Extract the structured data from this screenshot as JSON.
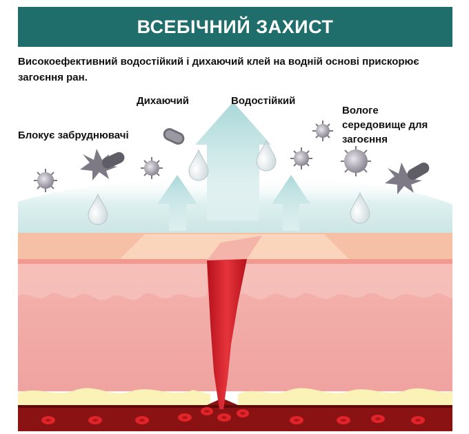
{
  "banner": {
    "title": "ВСЕБІЧНИЙ ЗАХИСТ"
  },
  "intro": "Високоефективний водостійкий і дихаючий клей на водній основі прискорює загоєння ран.",
  "labels": {
    "blocks": "Блокує забруднювачі",
    "breathable": "Дихаючий",
    "waterproof": "Водостійкий",
    "moist": [
      "Вологе",
      "середовище для",
      "загоєння"
    ]
  },
  "colors": {
    "banner": "#1f6e6c",
    "film": "#cde6e6",
    "arrow": "#bfe0e0",
    "skin_top": "#f3a79a",
    "dermis": "#f1aaa5",
    "fat": "#fbf2b8",
    "blood": "#8a1212",
    "wound": "#d9202c"
  },
  "icons": [
    "virus-icon",
    "bacteria-icon",
    "water-drop-icon",
    "up-arrow-icon",
    "blood-cell-icon"
  ]
}
